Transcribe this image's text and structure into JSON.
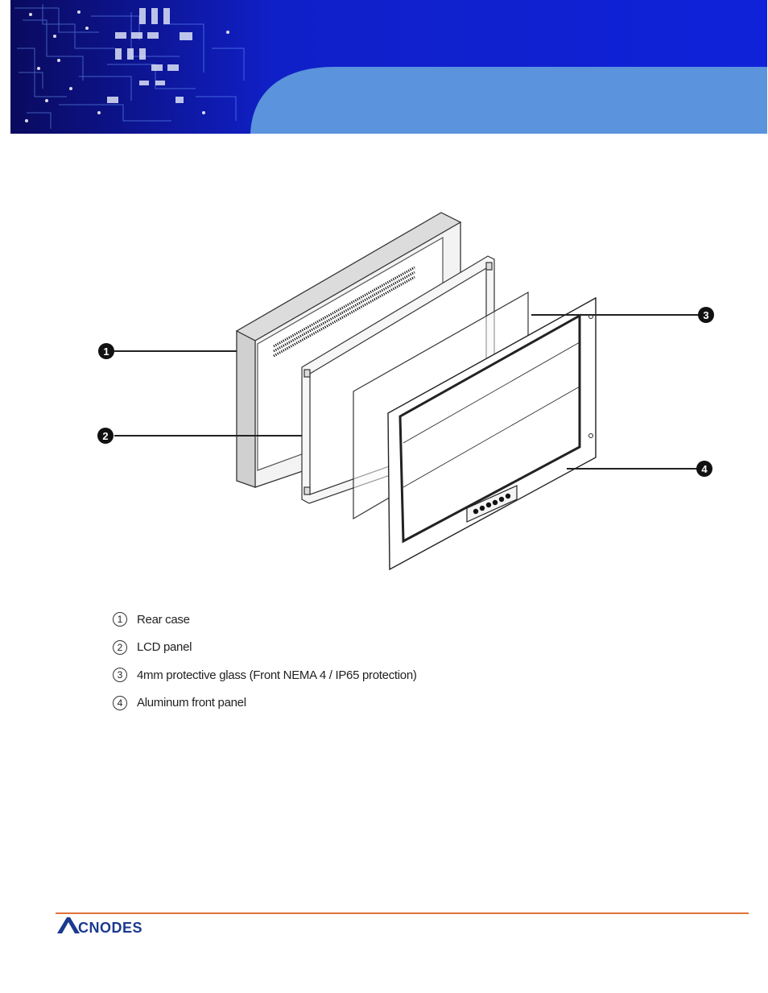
{
  "colors": {
    "banner_dark": "#0a0a5e",
    "banner_blue": "#0f22d9",
    "banner_light": "#5b93dc",
    "callout_fill": "#111111",
    "footer_rule": "#e0733a",
    "logo": "#1b3a8f"
  },
  "callouts": [
    "1",
    "2",
    "3",
    "4"
  ],
  "legend": [
    {
      "num": "1",
      "label": "Rear case"
    },
    {
      "num": "2",
      "label": "LCD panel"
    },
    {
      "num": "3",
      "label": "4mm protective glass (Front NEMA 4 / IP65 protection)"
    },
    {
      "num": "4",
      "label": "Aluminum front panel"
    }
  ],
  "logo_text": "ACNODES"
}
